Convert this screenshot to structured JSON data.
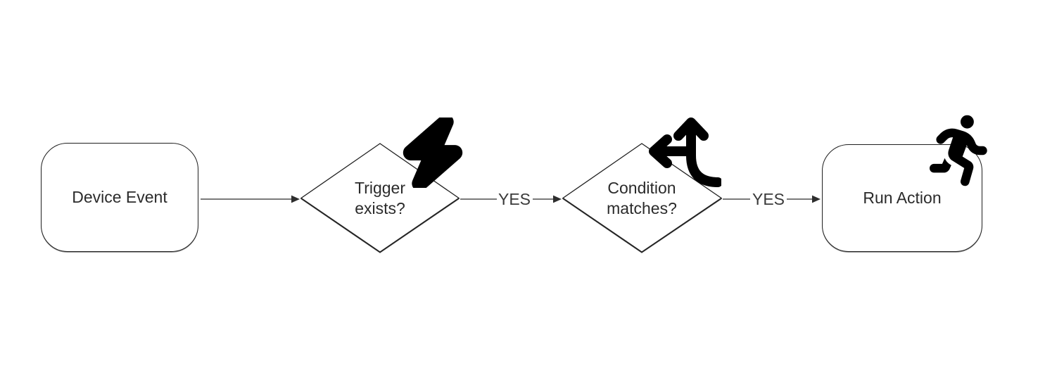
{
  "colors": {
    "background": "#ffffff",
    "shape_stroke": "#1f1f1f",
    "connector": "#4f4f4f",
    "arrowhead": "#2e2e2e",
    "text": "#2b2b2b",
    "edge_label_text": "#3a3a3a",
    "icon": "#000000"
  },
  "flowchart": {
    "nodes": [
      {
        "id": "device-event",
        "shape": "rounded-rectangle",
        "label": "Device Event",
        "icon": null
      },
      {
        "id": "trigger-exists",
        "shape": "diamond",
        "label": "Trigger exists?",
        "icon": "lightning-bolt-icon"
      },
      {
        "id": "condition-matches",
        "shape": "diamond",
        "label": "Condition matches?",
        "icon": "arrows-split-up-left-icon"
      },
      {
        "id": "run-action",
        "shape": "rounded-rectangle",
        "label": "Run Action",
        "icon": "person-running-icon"
      }
    ],
    "edges": [
      {
        "from": "device-event",
        "to": "trigger-exists",
        "label": ""
      },
      {
        "from": "trigger-exists",
        "to": "condition-matches",
        "label": "YES"
      },
      {
        "from": "condition-matches",
        "to": "run-action",
        "label": "YES"
      }
    ]
  }
}
